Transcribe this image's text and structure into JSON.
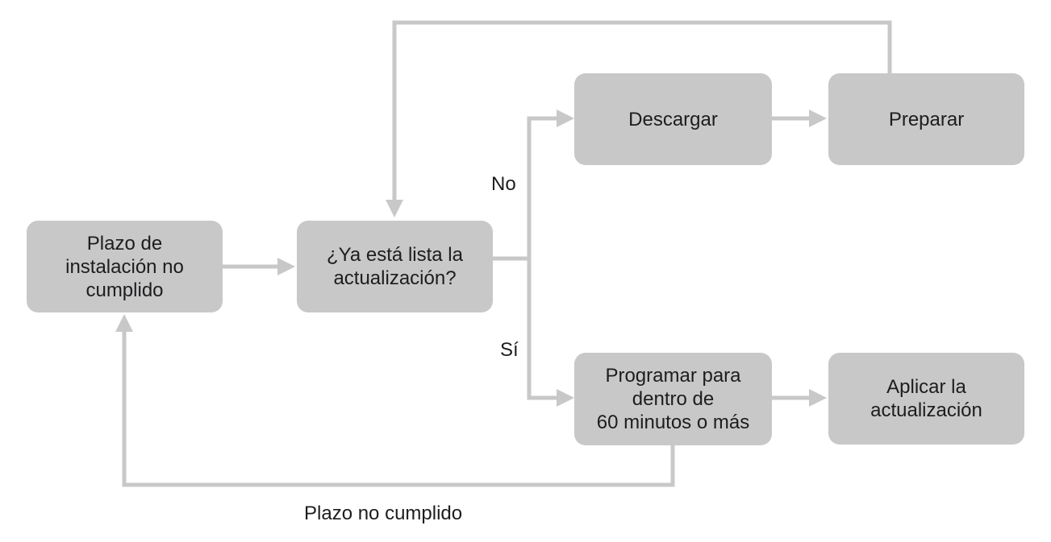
{
  "nodes": {
    "deadline_missed": "Plazo de\ninstalación no\ncumplido",
    "update_ready": "¿Ya está lista la\nactualización?",
    "download": "Descargar",
    "prepare": "Preparar",
    "schedule": "Programar para\ndentro de\n60 minutos o más",
    "apply": "Aplicar la\nactualización"
  },
  "edge_labels": {
    "no": "No",
    "yes": "Sí",
    "deadline_not_met": "Plazo no cumplido"
  },
  "colors": {
    "node_fill": "#c8c8c8",
    "connector": "#c8c8c8",
    "text": "#1d1d1f",
    "background": "#ffffff"
  }
}
